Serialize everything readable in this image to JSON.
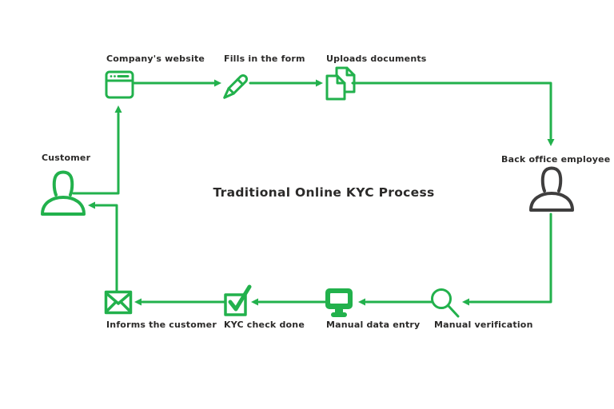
{
  "title": "Traditional Online KYC Process",
  "colors": {
    "accent_green": "#22b14c",
    "text_dark": "#2b2a29",
    "employee_gray": "#3f3e3e",
    "background": "#ffffff"
  },
  "nodes": {
    "customer": {
      "label": "Customer",
      "icon": "person-icon"
    },
    "company_website": {
      "label": "Company's website",
      "icon": "browser-icon"
    },
    "fills_form": {
      "label": "Fills in the form",
      "icon": "pen-icon"
    },
    "uploads_documents": {
      "label": "Uploads documents",
      "icon": "documents-icon"
    },
    "back_office_employee": {
      "label": "Back office employee",
      "icon": "person-icon"
    },
    "manual_verification": {
      "label": "Manual verification",
      "icon": "magnifier-icon"
    },
    "manual_data_entry": {
      "label": "Manual data entry",
      "icon": "monitor-icon"
    },
    "kyc_check_done": {
      "label": "KYC check done",
      "icon": "checkbox-icon"
    },
    "informs_customer": {
      "label": "Informs the customer",
      "icon": "envelope-icon"
    }
  },
  "flow_order": [
    "Customer",
    "Company's website",
    "Fills in the form",
    "Uploads documents",
    "Back office employee",
    "Manual verification",
    "Manual data entry",
    "KYC check done",
    "Informs the customer",
    "Customer"
  ]
}
